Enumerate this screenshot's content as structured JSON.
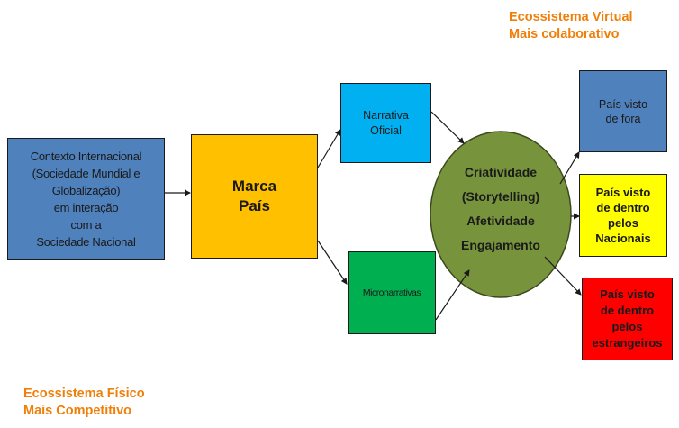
{
  "diagram": {
    "context_box": {
      "label": "Contexto Internacional\n(Sociedade Mundial e\nGlobalização)\nem interação\ncom a\nSociedade Nacional",
      "color": "#4f81bd"
    },
    "brand_box": {
      "label": "Marca\nPaís",
      "color": "#ffc000"
    },
    "official_narrative_box": {
      "label": "Narrativa\nOficial",
      "color": "#00b0f0"
    },
    "micronarratives_box": {
      "label": "Micronarrativas",
      "color": "#00b050"
    },
    "central_ellipse": {
      "label": "Criatividade\n(Storytelling)\nAfetividade\nEngajamento",
      "color": "#77933c"
    },
    "outputs": [
      {
        "label": "País visto\nde fora",
        "color": "#4f81bd"
      },
      {
        "label": "País visto\nde dentro\npelos\nNacionais",
        "color": "#ffff00"
      },
      {
        "label": "País visto\nde dentro\npelos\nestrangeiros",
        "color": "#ff0000"
      }
    ],
    "annotations": {
      "virtual": "Ecossistema Virtual\nMais colaborativo",
      "physical": "Ecossistema Físico\nMais Competitivo",
      "color": "#f07f09"
    },
    "edges": [
      {
        "from": "context_box",
        "to": "brand_box"
      },
      {
        "from": "brand_box",
        "to": "official_narrative_box"
      },
      {
        "from": "brand_box",
        "to": "micronarratives_box"
      },
      {
        "from": "official_narrative_box",
        "to": "central_ellipse"
      },
      {
        "from": "micronarratives_box",
        "to": "central_ellipse"
      },
      {
        "from": "central_ellipse",
        "to": "outputs.0"
      },
      {
        "from": "central_ellipse",
        "to": "outputs.1"
      },
      {
        "from": "central_ellipse",
        "to": "outputs.2"
      }
    ]
  }
}
